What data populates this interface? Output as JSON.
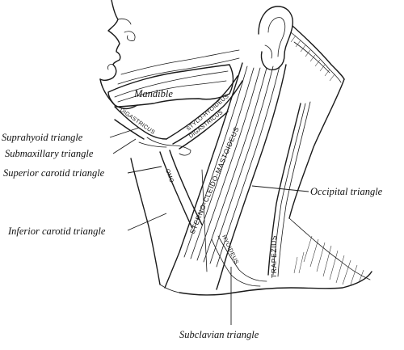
{
  "labels": {
    "mandible": "Mandible",
    "suprahyoid": "Suprahyoid triangle",
    "submaxillary": "Submaxillary triangle",
    "superior_carotid": "Superior carotid triangle",
    "inferior_carotid": "Inferior carotid triangle",
    "occipital": "Occipital triangle",
    "subclavian": "Subclavian triangle"
  },
  "muscles": {
    "stylohyoideus": "STYLO-HYOIDEUS",
    "digastricus_upper": "DIGASTRICUS",
    "digastricus_lower": "DIGASTRICUS",
    "omo": "OMO",
    "sternocleidomastoideus": "STERNO-CLEIDO-MASTOIDEUS",
    "hyoideus": "HYOIDEUS",
    "trapezius": "TRAPEZIUS"
  }
}
